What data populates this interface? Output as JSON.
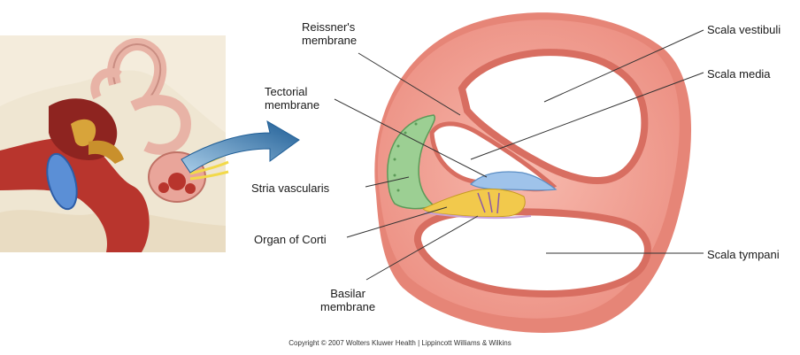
{
  "labels": {
    "reissners_line1": "Reissner's",
    "reissners_line2": "membrane",
    "tectorial_line1": "Tectorial",
    "tectorial_line2": "membrane",
    "stria_vascularis": "Stria vascularis",
    "organ_of_corti": "Organ of Corti",
    "basilar_line1": "Basilar",
    "basilar_line2": "membrane",
    "scala_vestibuli": "Scala vestibuli",
    "scala_media": "Scala media",
    "scala_tympani": "Scala tympani"
  },
  "copyright": "Copyright © 2007 Wolters Kluwer Health | Lippincott Williams & Wilkins",
  "colors": {
    "cochlea_pink": "#f3a79b",
    "cochlea_dark": "#e07a6d",
    "stria_green": "#9ccf93",
    "tectorial_blue": "#9fc3ea",
    "corti_yellow": "#f2c94c",
    "arrow_blue": "#2c6fa8"
  }
}
